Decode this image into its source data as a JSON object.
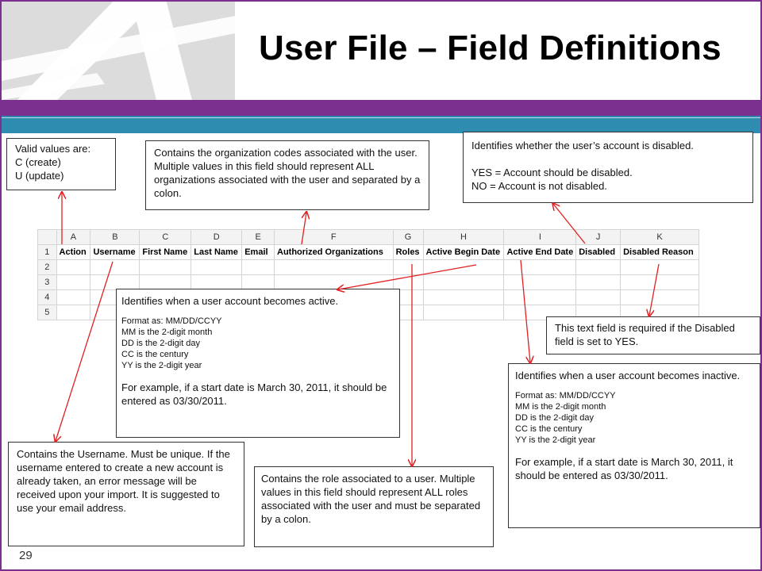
{
  "slide": {
    "title": "User File – Field Definitions",
    "page_number": "29",
    "colors": {
      "frame": "#7B2F8E",
      "band_purple": "#7B2F8E",
      "band_teal": "#2E8CB0",
      "arrow": "#E02020"
    }
  },
  "callouts": {
    "action": [
      "Valid values are:",
      "C (create)",
      "U (update)"
    ],
    "orgs": "Contains the organization codes associated with the user. Multiple values in this field should represent ALL organizations associated with the user and separated by a colon.",
    "disabled": [
      "Identifies whether the user’s account is disabled.",
      "YES = Account should be disabled.",
      "NO = Account is not disabled."
    ],
    "begin_date": {
      "intro": "Identifies when a user account becomes active.",
      "format": [
        "Format as: MM/DD/CCYY",
        "MM is the 2-digit month",
        "DD is the 2-digit day",
        "CC is the century",
        "YY is the 2-digit year"
      ],
      "example": "For example, if a start date is March 30, 2011, it should be entered as 03/30/2011."
    },
    "disabled_reason": "This text field is required if the Disabled field is set to YES.",
    "end_date": {
      "intro": "Identifies when a user account becomes inactive.",
      "format": [
        "Format as: MM/DD/CCYY",
        "MM is the 2-digit month",
        "DD is the 2-digit day",
        "CC is the century",
        "YY is the 2-digit year"
      ],
      "example": "For example, if a start date is March 30, 2011, it should be entered as 03/30/2011."
    },
    "username": "Contains the Username. Must be unique. If the username entered to create a new account is already taken, an error message will be received upon your import. It is suggested to use your email address.",
    "roles": "Contains the role associated to a user. Multiple values in this field should represent ALL roles associated with the user and must be separated by a colon."
  },
  "sheet": {
    "column_letters": [
      "A",
      "B",
      "C",
      "D",
      "E",
      "F",
      "G",
      "H",
      "I",
      "J",
      "K"
    ],
    "row_numbers": [
      "1",
      "2",
      "3",
      "4",
      "5"
    ],
    "headers": [
      "Action",
      "Username",
      "First Name",
      "Last Name",
      "Email",
      "Authorized Organizations",
      "Roles",
      "Active Begin Date",
      "Active End Date",
      "Disabled",
      "Disabled Reason"
    ]
  }
}
